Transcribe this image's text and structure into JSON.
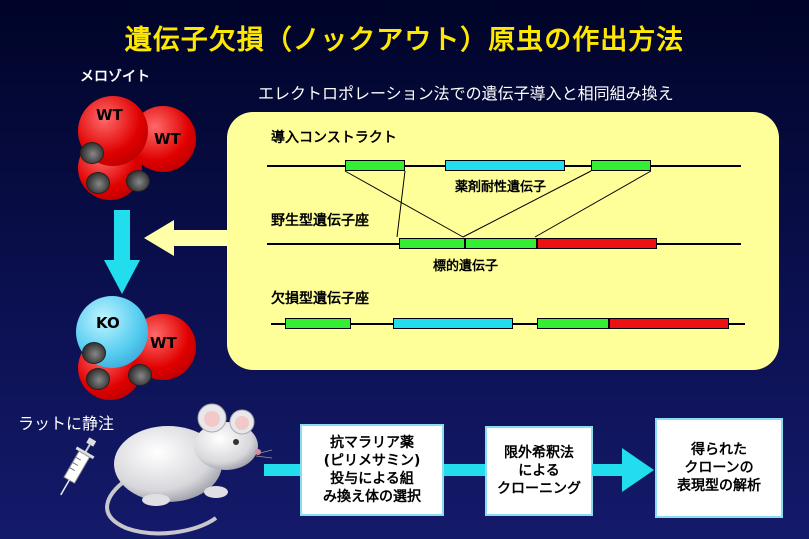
{
  "title": "遺伝子欠損（ノックアウト）原虫の作出方法",
  "merozoite_label": "メロゾイト",
  "electroporation_label": "エレクトロポレーション法での遺伝子導入と相同組み換え",
  "panel": {
    "construct_label": "導入コンストラクト",
    "resistance_gene_label": "薬剤耐性遺伝子",
    "wild_locus_label": "野生型遺伝子座",
    "target_gene_label": "標的遺伝子",
    "deleted_locus_label": "欠損型遺伝子座"
  },
  "cells_top": [
    "WT",
    "WT"
  ],
  "cells_bottom": [
    "KO",
    "WT"
  ],
  "injection_label": "ラットに静注",
  "steps": [
    "抗マラリア薬\n(ピリメサミン)\n投与による組\nみ換え体の選択",
    "限外希釈法\nによる\nクローニング",
    "得られた\nクローンの\n表現型の解析"
  ],
  "colors": {
    "title": "#ffe800",
    "panel": "#ffff99",
    "homology_segment": "#33ee33",
    "resistance_segment": "#22ddee",
    "target_segment": "#ee1111",
    "arrow": "#22ddee",
    "ko_cell": "#55ccf0",
    "wt_cell": "#e00000"
  }
}
